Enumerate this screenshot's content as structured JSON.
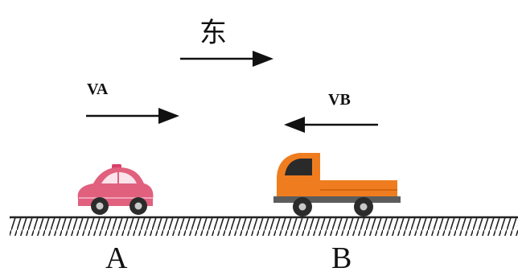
{
  "direction": {
    "label": "东"
  },
  "car_a": {
    "velocity_label": "VA",
    "position_label": "A",
    "body_color": "#e0607e",
    "window_color": "#fbe3ec"
  },
  "truck_b": {
    "velocity_label": "VB",
    "position_label": "B",
    "body_color": "#ef7d1f",
    "cab_window_color": "#2a2a2a"
  },
  "ground": {
    "color": "#222222"
  }
}
